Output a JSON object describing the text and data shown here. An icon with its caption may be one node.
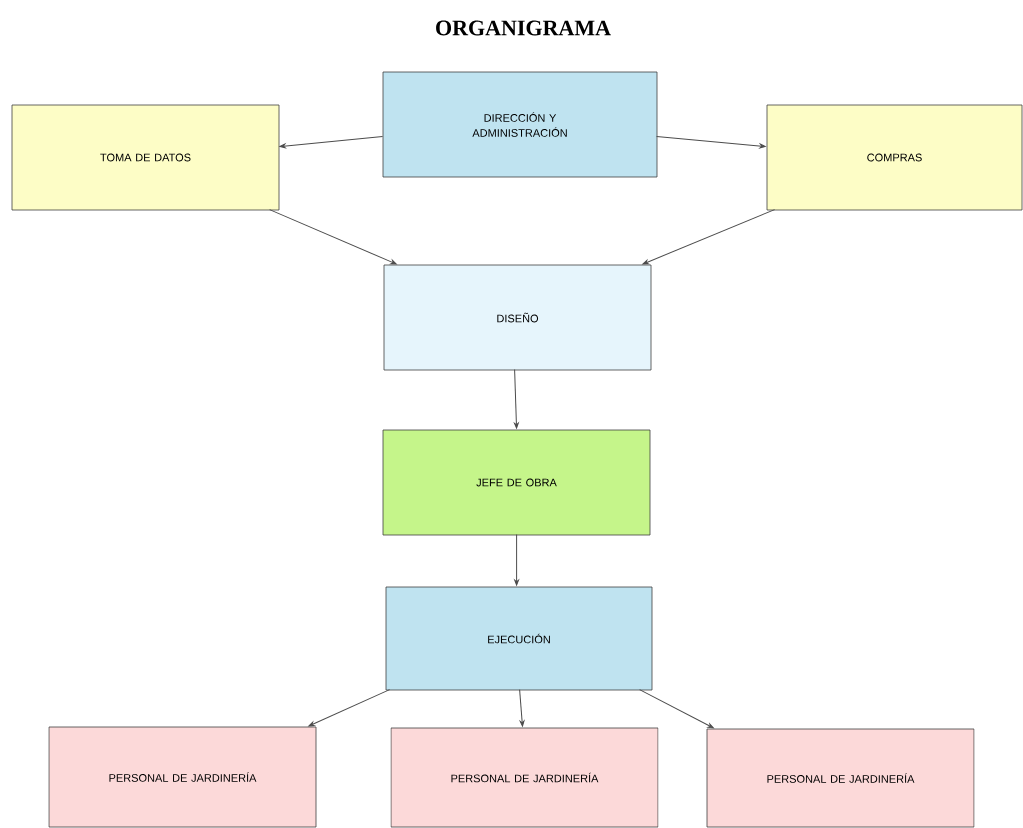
{
  "diagram": {
    "title": "ORGANIGRAMA",
    "nodes": [
      {
        "text": [
          "DIRECCIÓN Y ADMINISTRACIÓN"
        ]
      },
      {
        "text": [
          "TOMA DE DATOS"
        ]
      },
      {
        "text": [
          "COMPRAS"
        ]
      },
      {
        "text": [
          "DISEÑO"
        ]
      },
      {
        "text": [
          "JEFE DE OBRA"
        ]
      },
      {
        "text": [
          "EJECUCIÓN"
        ]
      },
      {
        "text": [
          "PERSONAL DE JARDINERÍA"
        ]
      },
      {
        "text": [
          "PERSONAL DE JARDINERÍA"
        ]
      },
      {
        "text": [
          "PERSONAL DE JARDINERÍA"
        ]
      }
    ],
    "edges": [
      {
        "from": 0,
        "to": 1,
        "arrow": "to"
      },
      {
        "from": 0,
        "to": 2,
        "arrow": "to"
      },
      {
        "from": 1,
        "to": 3,
        "arrow": "to"
      },
      {
        "from": 2,
        "to": 3,
        "arrow": "to"
      },
      {
        "from": 3,
        "to": 4,
        "arrow": "to"
      },
      {
        "from": 4,
        "to": 5,
        "arrow": "to"
      },
      {
        "from": 5,
        "to": 6,
        "arrow": "to"
      },
      {
        "from": 5,
        "to": 7,
        "arrow": "to"
      },
      {
        "from": 5,
        "to": 8,
        "arrow": "to"
      }
    ]
  }
}
